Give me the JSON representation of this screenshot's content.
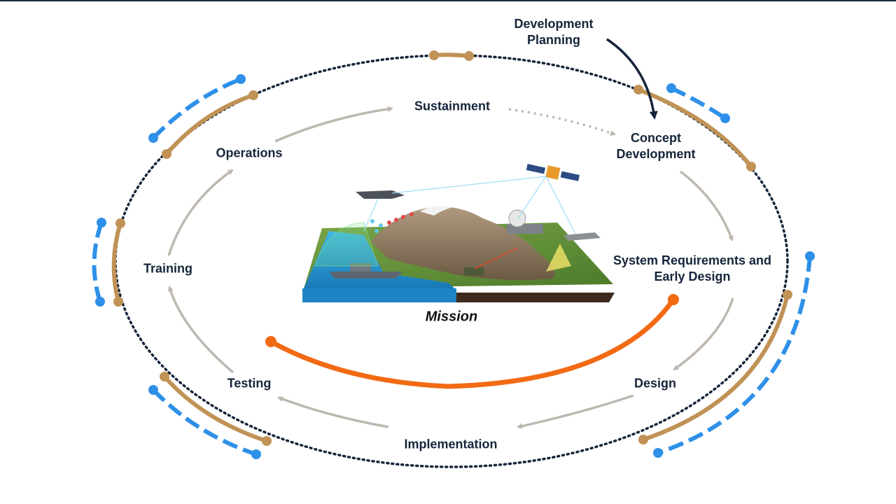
{
  "labels": {
    "dev_planning": [
      "Development",
      "Planning"
    ],
    "sustainment": "Sustainment",
    "concept": [
      "Concept",
      "Development"
    ],
    "sysreq": [
      "System Requirements and",
      "Early Design"
    ],
    "design": "Design",
    "implementation": "Implementation",
    "testing": "Testing",
    "training": "Training",
    "operations": "Operations",
    "mission": "Mission"
  },
  "colors": {
    "navy": "#15243a",
    "tan": "#c09256",
    "blue": "#2e90e8",
    "orange": "#f26a13",
    "gray_arrow": "#bdb8b0"
  }
}
